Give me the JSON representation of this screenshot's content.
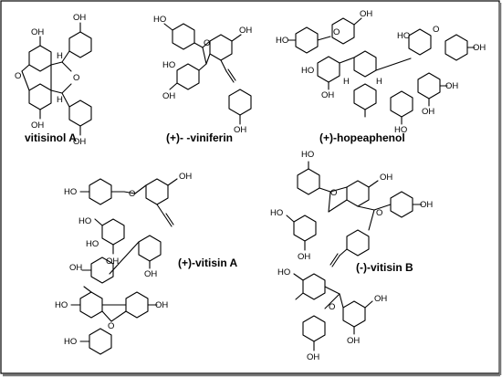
{
  "compounds": [
    {
      "caption": "vitisinol A"
    },
    {
      "caption": "(+)-   -viniferin"
    },
    {
      "caption": "(+)-hopeaphenol"
    },
    {
      "caption": "(+)-vitisin A"
    },
    {
      "caption": "(-)-vitisin B"
    }
  ],
  "atoms": {
    "oh": "OH",
    "ho": "HO",
    "o": "O",
    "h": "H"
  }
}
